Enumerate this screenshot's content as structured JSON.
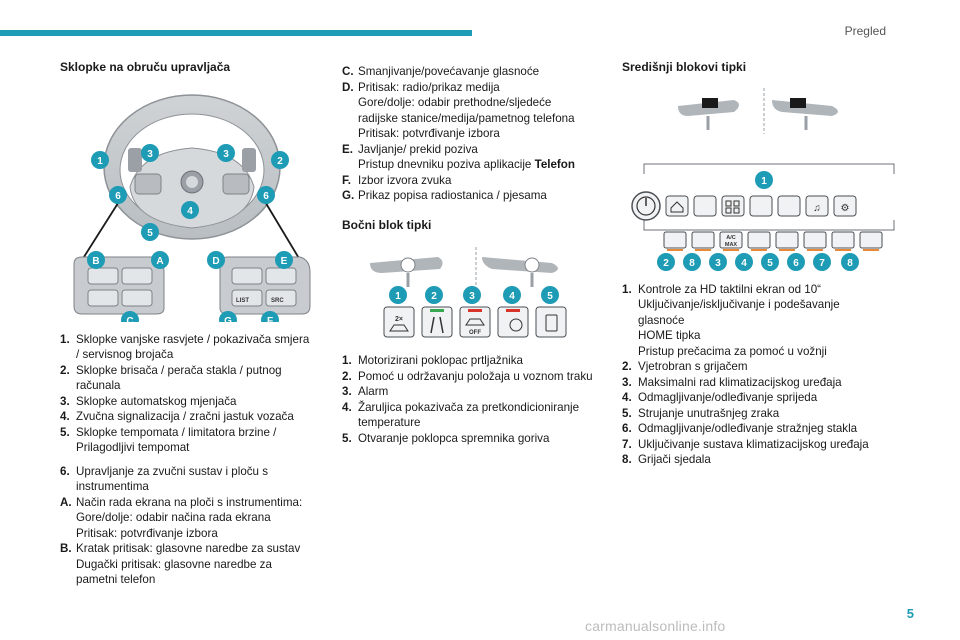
{
  "header": {
    "section": "Pregled",
    "page_number": "5"
  },
  "watermark": "carmanualsonline.info",
  "steering": {
    "title": "Sklopke na obruču upravljača",
    "callouts_numbers": [
      "1",
      "2",
      "3",
      "3",
      "4",
      "5",
      "6",
      "6"
    ],
    "callouts_letters": [
      "A",
      "B",
      "C",
      "D",
      "E",
      "F",
      "G"
    ],
    "pad_labels": [
      "LIST",
      "SRC"
    ],
    "items": [
      {
        "label": "1.",
        "lines": [
          "Sklopke vanjske rasvjete / pokazivača smjera",
          "/ servisnog brojača"
        ]
      },
      {
        "label": "2.",
        "lines": [
          "Sklopke brisača / perača stakla / putnog",
          "računala"
        ]
      },
      {
        "label": "3.",
        "lines": [
          "Sklopke automatskog mjenjača"
        ]
      },
      {
        "label": "4.",
        "lines": [
          "Zvučna signalizacija / zračni jastuk vozača"
        ]
      },
      {
        "label": "5.",
        "lines": [
          "Sklopke tempomata / limitatora brzine /",
          "Prilagodljivi tempomat"
        ]
      }
    ],
    "items2": [
      {
        "label": "6.",
        "lines": [
          "Upravljanje za zvučni sustav i ploču s",
          "instrumentima"
        ]
      },
      {
        "label": "A.",
        "lines": [
          "Način rada ekrana na ploči s instrumentima:",
          "Gore/dolje: odabir načina rada ekrana",
          "Pritisak: potvrđivanje izbora"
        ]
      },
      {
        "label": "B.",
        "lines": [
          "Kratak pritisak: glasovne naredbe za sustav",
          "Dugački pritisak: glasovne naredbe za",
          "pametni telefon"
        ]
      }
    ]
  },
  "col2": {
    "items": [
      {
        "label": "C.",
        "lines": [
          "Smanjivanje/povećavanje glasnoće"
        ]
      },
      {
        "label": "D.",
        "lines": [
          "Pritisak: radio/prikaz medija",
          "Gore/dolje: odabir prethodne/sljedeće",
          "radijske stanice/medija/pametnog telefona",
          "Pritisak: potvrđivanje izbora"
        ]
      },
      {
        "label": "E.",
        "lines": [
          "Javljanje/ prekid poziva"
        ],
        "extra_prefix": "Pristup dnevniku poziva aplikacije ",
        "extra_bold": "Telefon"
      },
      {
        "label": "F.",
        "lines": [
          "Izbor izvora zvuka"
        ]
      },
      {
        "label": "G.",
        "lines": [
          "Prikaz popisa radiostanica / pjesama"
        ]
      }
    ],
    "side_title": "Bočni blok tipki",
    "side_callouts": [
      "1",
      "2",
      "3",
      "4",
      "5"
    ],
    "side_items": [
      {
        "label": "1.",
        "lines": [
          "Motorizirani poklopac prtljažnika"
        ]
      },
      {
        "label": "2.",
        "lines": [
          "Pomoć u održavanju položaja u voznom traku"
        ]
      },
      {
        "label": "3.",
        "lines": [
          "Alarm"
        ]
      },
      {
        "label": "4.",
        "lines": [
          "Žaruljica pokazivača za pretkondicioniranje",
          "temperature"
        ]
      },
      {
        "label": "5.",
        "lines": [
          "Otvaranje poklopca spremnika goriva"
        ]
      }
    ],
    "side_icon_text": {
      "trunk": "2×",
      "alarm": "OFF"
    }
  },
  "center": {
    "title": "Središnji blokovi tipki",
    "callout_top": "1",
    "callouts_bottom": [
      "2",
      "8",
      "3",
      "4",
      "5",
      "6",
      "7",
      "8"
    ],
    "ac_max": [
      "A/C",
      "MAX"
    ],
    "items": [
      {
        "label": "1.",
        "lines": [
          "Kontrole za HD taktilni ekran od 10“",
          "Uključivanje/isključivanje i podešavanje",
          "glasnoće",
          "HOME tipka",
          "Pristup prečacima za pomoć u vožnji"
        ]
      },
      {
        "label": "2.",
        "lines": [
          "Vjetrobran s grijačem"
        ]
      },
      {
        "label": "3.",
        "lines": [
          "Maksimalni rad klimatizacijskog uređaja"
        ]
      },
      {
        "label": "4.",
        "lines": [
          "Odmagljivanje/odleđivanje sprijeda"
        ]
      },
      {
        "label": "5.",
        "lines": [
          "Strujanje unutrašnjeg zraka"
        ]
      },
      {
        "label": "6.",
        "lines": [
          "Odmagljivanje/odleđivanje stražnjeg stakla"
        ]
      },
      {
        "label": "7.",
        "lines": [
          "Uključivanje sustava klimatizacijskog uređaja"
        ]
      },
      {
        "label": "8.",
        "lines": [
          "Grijači sjedala"
        ]
      }
    ]
  },
  "colors": {
    "accent": "#1e9bb5",
    "callout": "#1e9bb5",
    "orange": "#e8893a",
    "green": "#3aa853",
    "red": "#d9342b"
  }
}
